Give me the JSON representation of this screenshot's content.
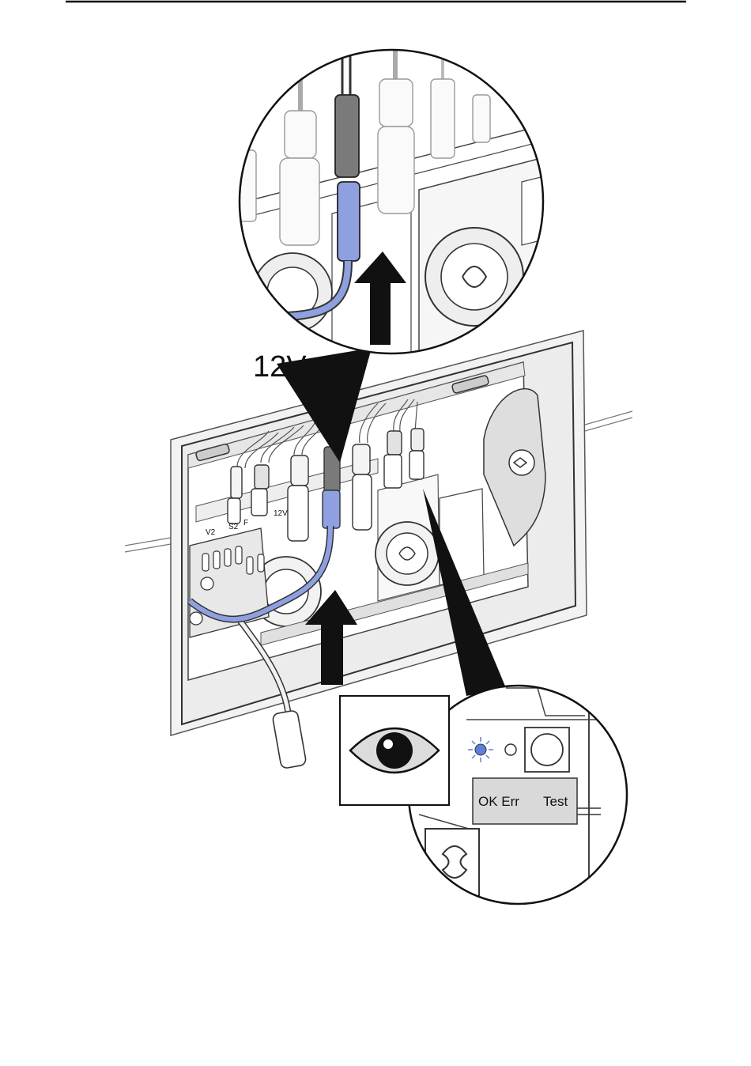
{
  "callouts": {
    "voltage_label": "12V"
  },
  "terminal_labels": [
    "V2",
    "S2",
    "F",
    "12V"
  ],
  "indicator_panel": {
    "status_labels": "OK Err",
    "test_label": "Test",
    "led_color": "#5e7fd8",
    "cable_accent": "#8fa0e0"
  },
  "icons": [
    "eye-icon",
    "up-arrow-icon",
    "status-led-icon",
    "test-button-icon"
  ]
}
